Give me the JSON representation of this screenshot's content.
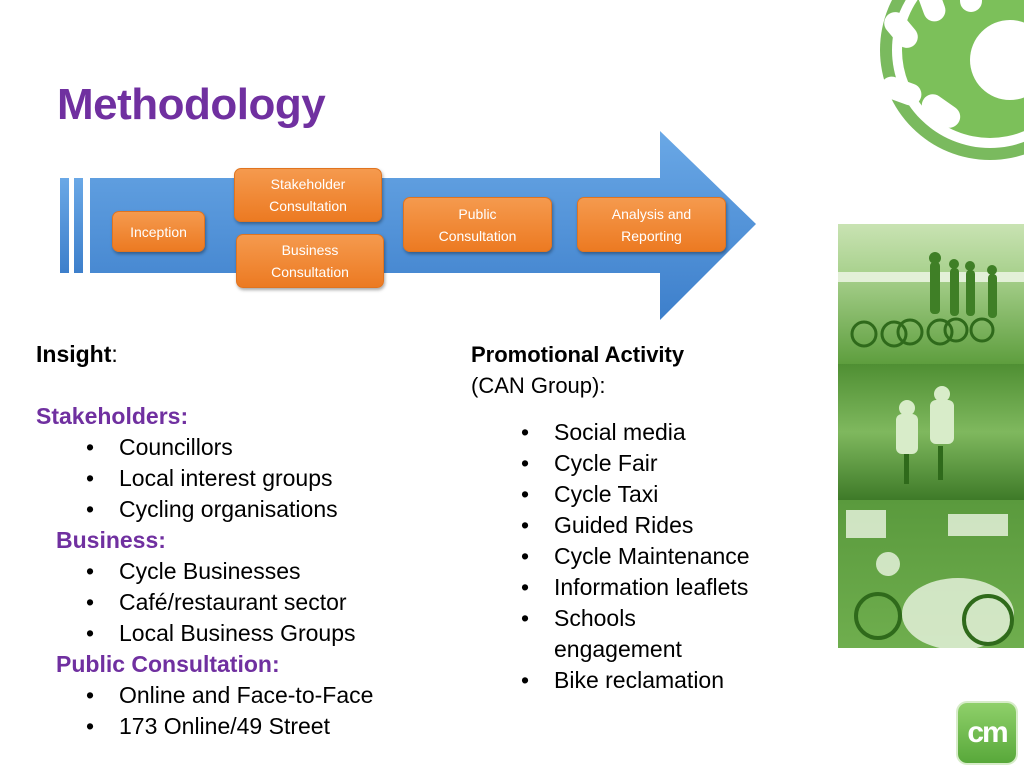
{
  "title": "Methodology",
  "process": {
    "stakeholder": "Stakeholder\nConsultation",
    "inception": "Inception",
    "business": "Business\nConsultation",
    "public": "Public\nConsultation",
    "analysis": "Analysis and\nReporting"
  },
  "insight": {
    "heading": "Insight",
    "colon": ":",
    "stakeholders_label": "Stakeholders:",
    "stakeholders": [
      "Councillors",
      "Local interest groups",
      "Cycling organisations"
    ],
    "business_label": "Business:",
    "business": [
      "Cycle Businesses",
      "Café/restaurant sector",
      "Local Business Groups"
    ],
    "public_label": "Public Consultation:",
    "public": [
      "Online and Face-to-Face",
      "173 Online/49 Street"
    ]
  },
  "promo": {
    "heading": "Promotional Activity",
    "subheading": "(CAN Group):",
    "items": [
      "Social media",
      "Cycle Fair",
      "Cycle Taxi",
      "Guided Rides",
      "Cycle Maintenance",
      "Information leaflets",
      "Schools engagement",
      "Bike reclamation"
    ]
  },
  "logo": {
    "text": "cm"
  },
  "colors": {
    "accent": "#7030a0",
    "arrow": "#4a8fd4",
    "box": "#ee7d2b",
    "green": "#6bb24c"
  }
}
